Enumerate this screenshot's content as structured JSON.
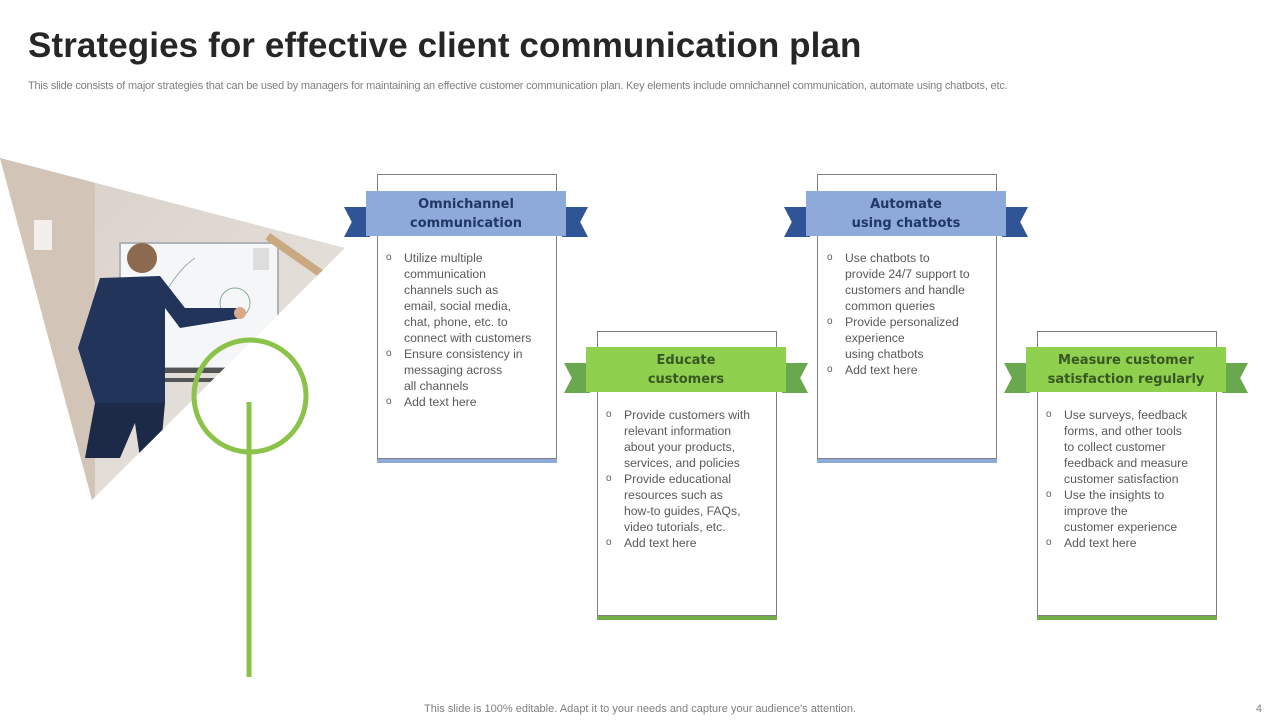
{
  "slide": {
    "title": "Strategies for effective client communication plan",
    "subtitle": "This slide consists of major strategies that can be used by  managers for maintaining an effective customer communication plan. Key elements include omnichannel communication, automate using chatbots, etc.",
    "footer": "This slide is 100% editable. Adapt it to your needs and capture your audience's attention.",
    "page_number": "4"
  },
  "colors": {
    "blue_dark": "#2f5597",
    "blue_light": "#8eaadb",
    "green_dark": "#6aa84f",
    "green_light": "#8fd14f",
    "accent_line": "#8bc34a"
  },
  "image": {
    "description": "Businessman in navy suit drawing on a whiteboard, cropped in a triangle"
  },
  "strategies": [
    {
      "title": "Omnichannel\ncommunication",
      "theme": "blue",
      "bullets": [
        "Utilize multiple\ncommunication\nchannels  such as\nemail, social media,\nchat, phone, etc. to\nconnect with customers",
        "Ensure consistency in\nmessaging across\nall channels",
        "Add text here"
      ]
    },
    {
      "title": "Educate\ncustomers",
      "theme": "green",
      "bullets": [
        "Provide  customers with\nrelevant  information\nabout your products,\nservices,  and policies",
        "Provide  educational\nresources  such as\nhow-to guides, FAQs,\nvideo  tutorials, etc.",
        "Add text here"
      ]
    },
    {
      "title": "Automate\nusing chatbots",
      "theme": "blue",
      "bullets": [
        "Use chatbots to\nprovide  24/7 support to\ncustomers and handle\ncommon queries",
        "Provide  personalized\nexperience\nusing chatbots",
        "Add text here"
      ]
    },
    {
      "title": "Measure customer\nsatisfaction regularly",
      "theme": "green",
      "bullets": [
        "Use surveys, feedback\nforms, and other tools\nto collect customer\nfeedback and measure\ncustomer satisfaction",
        "Use the insights to\nimprove  the\ncustomer experience",
        "Add text here"
      ]
    }
  ]
}
